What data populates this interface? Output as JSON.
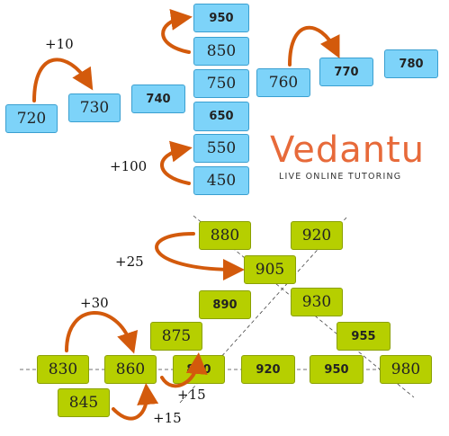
{
  "colors": {
    "blue_box": "#7dd3f9",
    "green_box": "#b6cf00",
    "arrow": "#d35a0c",
    "logo": "#e76a3a"
  },
  "logo": {
    "name": "Vedantu",
    "tagline": "LIVE ONLINE TUTORING"
  },
  "top": {
    "labels": {
      "plus10": "+10",
      "plus100": "+100"
    },
    "boxes": {
      "b720": "720",
      "b730": "730",
      "b740": "740",
      "b950": "950",
      "b850": "850",
      "b750": "750",
      "b650": "650",
      "b550": "550",
      "b450": "450",
      "b760": "760",
      "b770": "770",
      "b780": "780"
    }
  },
  "bottom": {
    "labels": {
      "plus25": "+25",
      "plus30": "+30",
      "plus15a": "+15",
      "plus15b": "+15"
    },
    "boxes": {
      "g880": "880",
      "g920top": "920",
      "g905": "905",
      "g890top": "890",
      "g930": "930",
      "g875": "875",
      "g955": "955",
      "g830": "830",
      "g860": "860",
      "g890row": "890",
      "g920row": "920",
      "g950": "950",
      "g980": "980",
      "g845": "845"
    }
  }
}
